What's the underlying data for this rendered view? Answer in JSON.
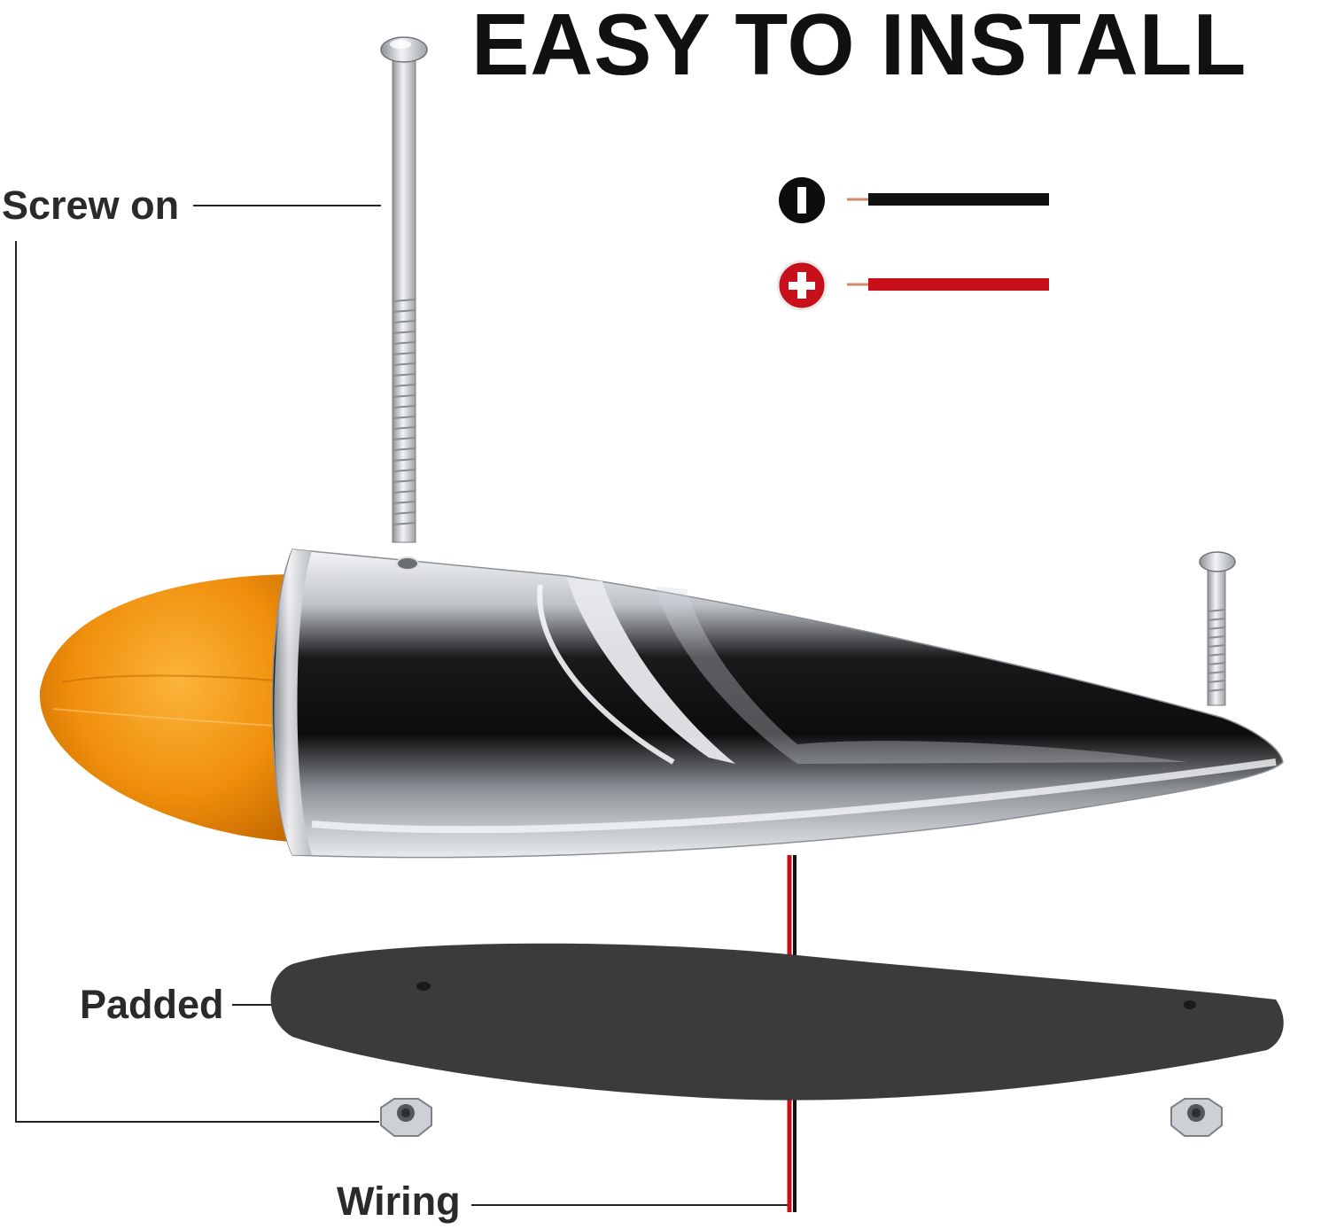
{
  "title": "EASY TO INSTALL",
  "labels": {
    "screw_on": "Screw on",
    "padded": "Padded",
    "wiring": "Wiring"
  },
  "wires": [
    {
      "polarity": "negative",
      "icon": "minus-circle-icon",
      "color": "#111111"
    },
    {
      "polarity": "positive",
      "icon": "plus-circle-icon",
      "color": "#c8101a"
    }
  ],
  "colors": {
    "lens_amber": "#f39a12",
    "chrome": "#c9ccd1",
    "gasket": "#3b3b3b",
    "wire_red": "#c8101a",
    "wire_black": "#111111"
  }
}
